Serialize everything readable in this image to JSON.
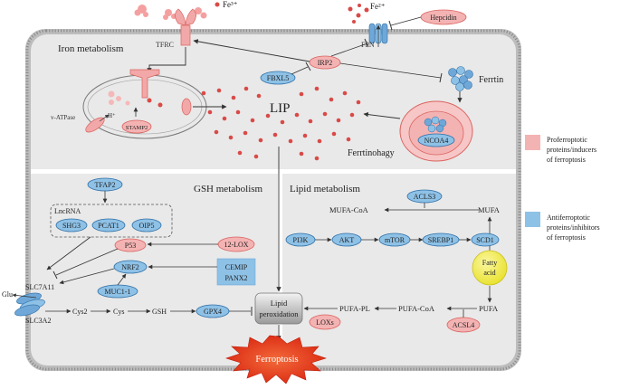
{
  "labels": {
    "fe3": "Fe³⁺",
    "fe2": "Fe²⁺",
    "hepcidin": "Hepcidin",
    "tfrc": "TFRC",
    "fpn": "FPN",
    "iron_metabolism": "Iron metabolism",
    "irp2": "IRP2",
    "fbxl5": "FBXL5",
    "ferritin": "Ferrtin",
    "lip": "LIP",
    "v_atpase": "v-ATPase",
    "h_plus": "H⁺",
    "stamp2": "STAMP2",
    "ncoa4": "NCOA4",
    "ferritinophagy": "Ferrtinohagy",
    "gsh_metabolism": "GSH metabolism",
    "lipid_metabolism": "Lipid metabolism",
    "tfap2": "TFAP2",
    "lncrna": "LncRNA",
    "shg3": "SHG3",
    "pcat1": "PCAT1",
    "oip5": "OIP5",
    "p53": "P53",
    "lox12": "12-LOX",
    "nrf2": "NRF2",
    "cemip": "CEMIP",
    "panx2": "PANX2",
    "muc1": "MUC1-1",
    "glu": "Glu",
    "slc7a11": "SLC7A11",
    "slc3a2": "SLC3A2",
    "cys2": "Cys2",
    "cys": "Cys",
    "gsh": "GSH",
    "gpx4": "GPX4",
    "lipid_peroxidation_1": "Lipid",
    "lipid_peroxidation_2": "peroxidation",
    "loxs": "LOXs",
    "pufa_pl": "PUFA-PL",
    "pufa_coa": "PUFA-CoA",
    "pufa": "PUFA",
    "acsl4": "ACSL4",
    "mufa_coa": "MUFA-CoA",
    "mufa": "MUFA",
    "acls3": "ACLS3",
    "pi3k": "PI3K",
    "akt": "AKT",
    "mtor": "mTOR",
    "srebp1": "SREBP1",
    "scd1": "SCD1",
    "fatty_acid_1": "Fatty",
    "fatty_acid_2": "acid",
    "ferroptosis": "Ferroptosis"
  },
  "legend": {
    "pro_line1": "Proferroptotic",
    "pro_line2": "proteins/inducers",
    "pro_line3": "of ferroptosis",
    "anti_line1": "Antiferroptotic",
    "anti_line2": "proteins/inhibitors",
    "anti_line3": "of ferroptosis"
  },
  "colors": {
    "pro_fill": "#f4b3b3",
    "pro_stroke": "#d9635f",
    "anti_fill": "#8ec1e6",
    "anti_stroke": "#2f6fa6",
    "cell_fill": "#e9e9e9",
    "iron_dot": "#d94a47",
    "fatty_fill": "#f0ec34",
    "burst": "#e8361c"
  }
}
